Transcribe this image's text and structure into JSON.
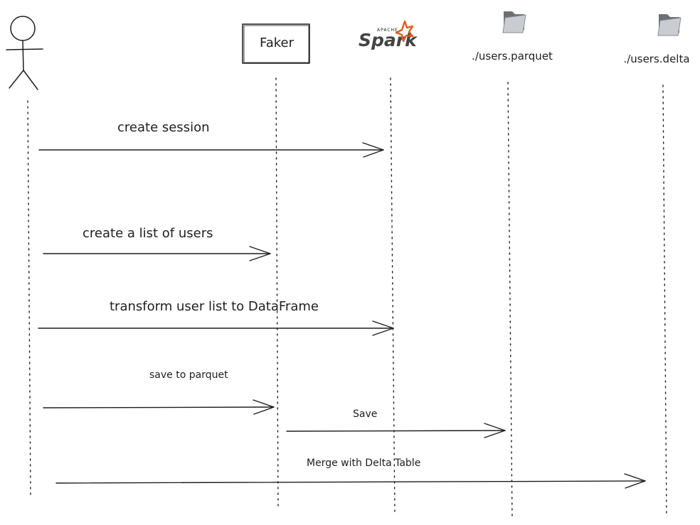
{
  "participants": {
    "actor": {
      "icon": "stick-figure-icon"
    },
    "faker": {
      "label": "Faker"
    },
    "spark": {
      "logo_text": "Spark",
      "logo_small": "APACHE",
      "icon": "apache-spark-logo",
      "accent": "#e25a1c"
    },
    "parquet": {
      "label": "./users.parquet",
      "icon": "folder-icon"
    },
    "delta": {
      "label": "./users.delta",
      "icon": "folder-icon"
    }
  },
  "messages": [
    {
      "label": "create session"
    },
    {
      "label": "create a list of users"
    },
    {
      "label": "transform user list to DataFrame"
    },
    {
      "label": "save to parquet"
    },
    {
      "label": "Save"
    },
    {
      "label": "Merge with Delta Table"
    }
  ]
}
